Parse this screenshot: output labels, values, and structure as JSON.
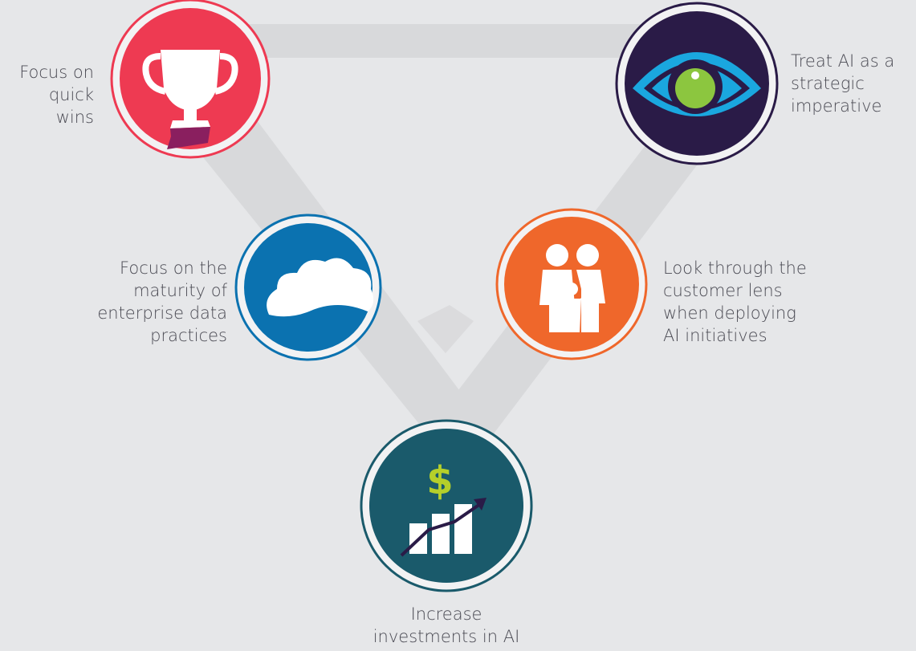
{
  "nodes": [
    {
      "id": "quick-wins",
      "label": "Focus on\nquick\nwins",
      "icon": "trophy-icon",
      "fill": "#ee3a52",
      "ring": "#ee3a52"
    },
    {
      "id": "strategic",
      "label": "Treat AI as a\nstrategic\nimperative",
      "icon": "eye-icon",
      "fill": "#2a1b47",
      "ring": "#2a1b47"
    },
    {
      "id": "data-maturity",
      "label": "Focus on the\nmaturity of\nenterprise data\npractices",
      "icon": "cloud-icon",
      "fill": "#0b72b0",
      "ring": "#0b72b0"
    },
    {
      "id": "customer-lens",
      "label": "Look through the\ncustomer lens\nwhen deploying\nAI initiatives",
      "icon": "family-icon",
      "fill": "#ef672b",
      "ring": "#ef672b"
    },
    {
      "id": "investments",
      "label": "Increase\ninvestments in AI",
      "icon": "growth-chart-icon",
      "fill": "#1a5a6b",
      "ring": "#1a5a6b"
    }
  ],
  "colors": {
    "background": "#e6e7e9",
    "connector": "#d4d5d7",
    "lime": "#b5cf2a",
    "eye_blue": "#1aa7df",
    "eye_green": "#8cc63f",
    "trophy_base": "#8a1f5f"
  }
}
